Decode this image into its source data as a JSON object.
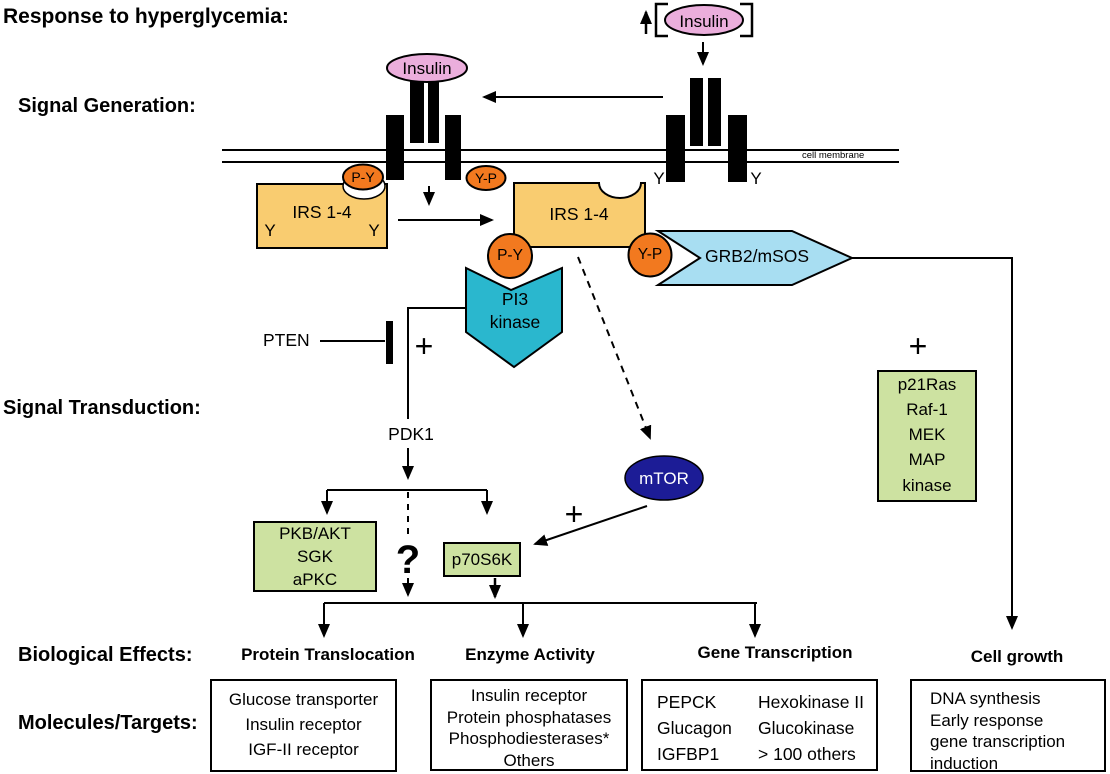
{
  "title": "Response to hyperglycemia:",
  "section_labels": {
    "signal_generation": "Signal Generation:",
    "signal_transduction": "Signal Transduction:",
    "biological_effects": "Biological Effects:",
    "molecules_targets": "Molecules/Targets:"
  },
  "membrane": {
    "label": "cell membrane"
  },
  "ligand": {
    "name": "Insulin"
  },
  "icons": {
    "increase_arrow": "up-arrow",
    "brackets": "concentration-brackets"
  },
  "receptor": {
    "tyrosine": "Y"
  },
  "signaling": {
    "irs": "IRS 1-4",
    "phospho_py": "P-Y",
    "phospho_yp": "Y-P",
    "pi3_line1": "PI3",
    "pi3_line2": "kinase",
    "grb2": "GRB2/mSOS",
    "pten": "PTEN",
    "pdk1": "PDK1",
    "mtor": "mTOR",
    "plus": "+",
    "question": "?",
    "pkb_lines": [
      "PKB/AKT",
      "SGK",
      "aPKC"
    ],
    "p70s6k": "p70S6K",
    "mapk_lines": [
      "p21Ras",
      "Raf-1",
      "MEK",
      "MAP",
      "kinase"
    ]
  },
  "effects": {
    "headings": [
      "Protein Translocation",
      "Enzyme Activity",
      "Gene Transcription",
      "Cell growth"
    ],
    "box_translocation": [
      "Glucose transporter",
      "Insulin receptor",
      "IGF-II receptor"
    ],
    "box_enzyme": [
      "Insulin receptor",
      "Protein phosphatases",
      "Phosphodiesterases*",
      "Others"
    ],
    "box_gene_col1": [
      "PEPCK",
      "Glucagon",
      "IGFBP1"
    ],
    "box_gene_col2": [
      "Hexokinase II",
      "Glucokinase",
      "> 100 others"
    ],
    "box_growth": [
      "DNA synthesis",
      "Early response",
      "gene transcription",
      "induction"
    ]
  },
  "colors": {
    "insulin_pink": "#EBAEDC",
    "irs_yellow": "#F9CC70",
    "phospho_orange": "#F2791F",
    "pi3_teal": "#2AB7CE",
    "grb2_blue": "#A8DEF2",
    "green_box": "#CDE2A1",
    "mtor_navy": "#1C1C96"
  }
}
